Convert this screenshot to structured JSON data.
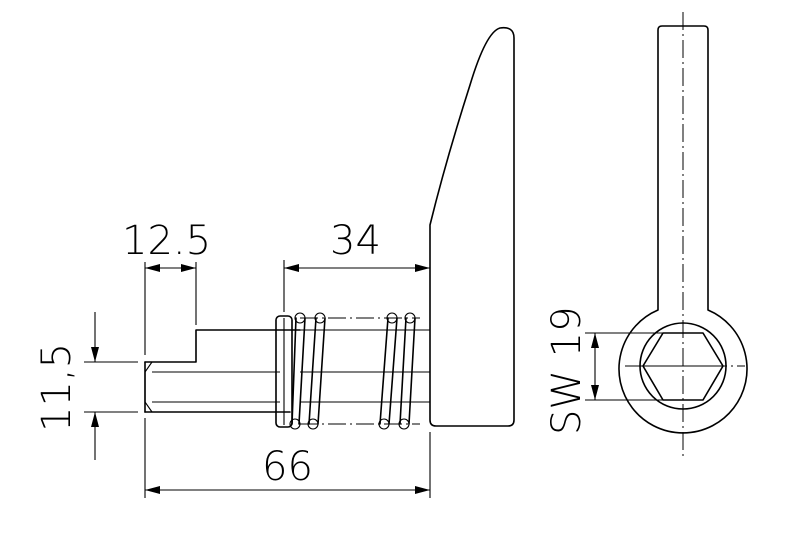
{
  "drawing": {
    "dimensions": {
      "top_offset": "12.5",
      "spring_length": "34",
      "shaft_diameter": "11,5",
      "overall_length": "66",
      "hex_size": "SW 19"
    }
  }
}
